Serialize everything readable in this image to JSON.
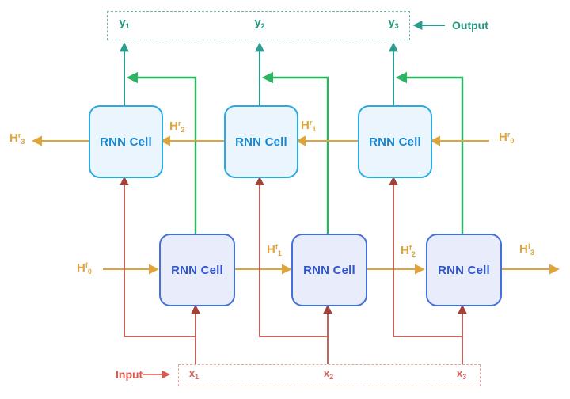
{
  "output": {
    "tag": "Output",
    "items": [
      {
        "base": "y",
        "sub": "1"
      },
      {
        "base": "y",
        "sub": "2"
      },
      {
        "base": "y",
        "sub": "3"
      }
    ]
  },
  "input": {
    "tag": "Input",
    "items": [
      {
        "base": "x",
        "sub": "1"
      },
      {
        "base": "x",
        "sub": "2"
      },
      {
        "base": "x",
        "sub": "3"
      }
    ]
  },
  "cells": {
    "backward": [
      {
        "label": "RNN Cell"
      },
      {
        "label": "RNN Cell"
      },
      {
        "label": "RNN Cell"
      }
    ],
    "forward": [
      {
        "label": "RNN Cell"
      },
      {
        "label": "RNN Cell"
      },
      {
        "label": "RNN Cell"
      }
    ]
  },
  "hidden_states": {
    "backward": [
      {
        "base": "H",
        "sup": "r",
        "sub": "3"
      },
      {
        "base": "H",
        "sup": "r",
        "sub": "2"
      },
      {
        "base": "H",
        "sup": "r",
        "sub": "1"
      },
      {
        "base": "H",
        "sup": "r",
        "sub": "0"
      }
    ],
    "forward": [
      {
        "base": "H",
        "sup": "f",
        "sub": "0"
      },
      {
        "base": "H",
        "sup": "f",
        "sub": "1"
      },
      {
        "base": "H",
        "sup": "f",
        "sub": "2"
      },
      {
        "base": "H",
        "sup": "f",
        "sub": "3"
      }
    ]
  },
  "palette": {
    "teal_arrow": "#2A9D8F",
    "teal_text": "#21957E",
    "green_arrow": "#2BB561",
    "gold_arrow": "#DFA53D",
    "red_line": "#C05249",
    "red_arrowhead": "#A5403B",
    "salmon_text": "#DB6A60",
    "input_tag_red": "#E0564C",
    "backward_cell_border": "#29ABE2",
    "backward_cell_fill": "#EBF5FD",
    "backward_cell_text": "#1B87CE",
    "forward_cell_border": "#4470DB",
    "forward_cell_fill": "#E9ECFB",
    "forward_cell_text": "#2F55C8"
  }
}
